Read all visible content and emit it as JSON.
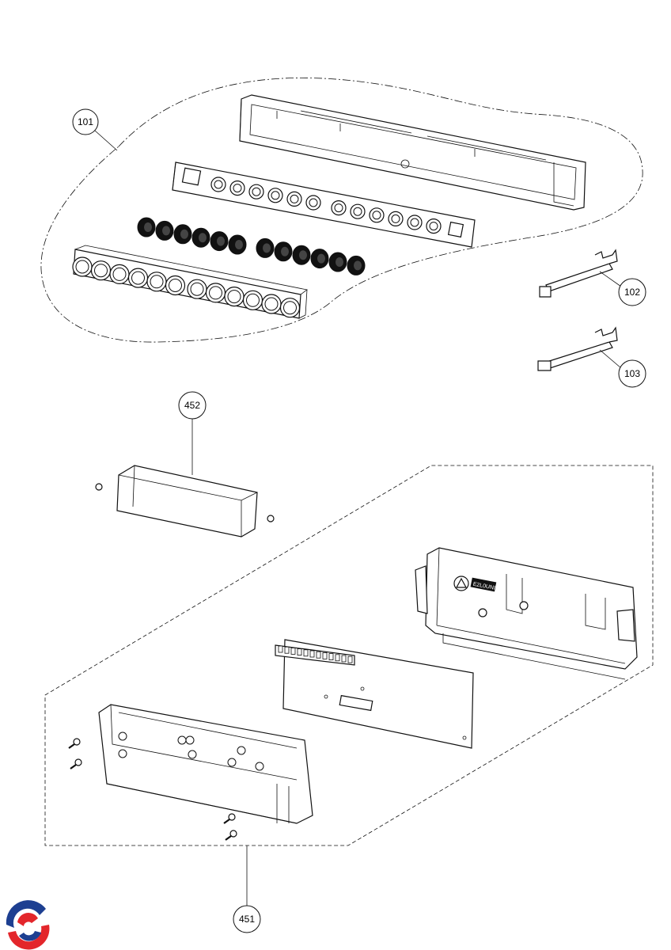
{
  "callouts": {
    "c101": "101",
    "c102": "102",
    "c103": "103",
    "c452": "452",
    "c451": "451"
  },
  "pcb_label": "E2L0UNI",
  "colors": {
    "line": "#111111",
    "background": "#ffffff",
    "logo_red": "#e3262b",
    "logo_blue": "#1d3f91"
  },
  "icons": [
    "brand-logo-icon",
    "warning-triangle-icon"
  ]
}
